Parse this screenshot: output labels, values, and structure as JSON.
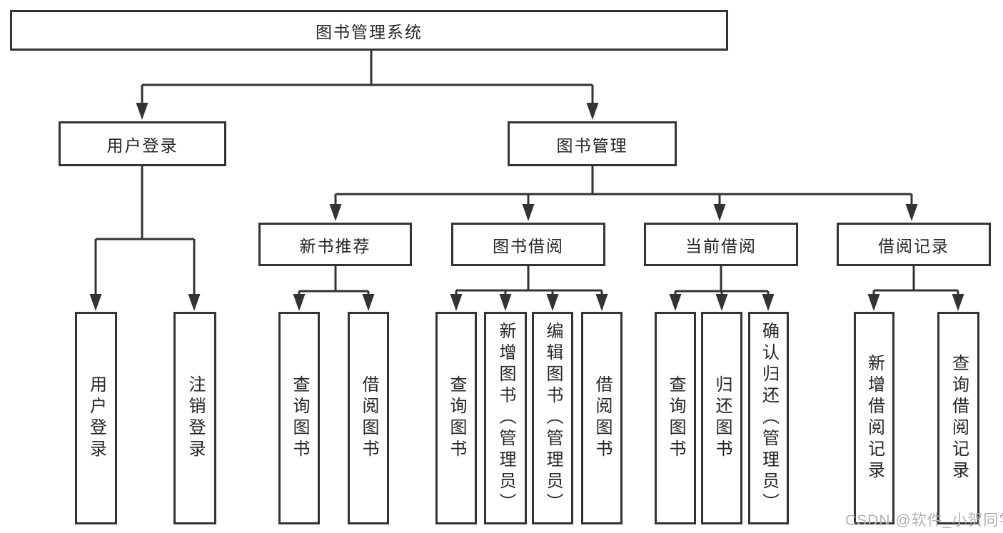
{
  "diagram": {
    "title": "图书管理系统",
    "level2": {
      "user_login": "用户登录",
      "book_mgmt": "图书管理"
    },
    "level3": {
      "new_books": "新书推荐",
      "book_borrow": "图书借阅",
      "current_borrow": "当前借阅",
      "borrow_records": "借阅记录"
    },
    "leaves": [
      "用户登录",
      "注销登录",
      "查询图书",
      "借阅图书",
      "查询图书",
      "新增图书（管理员）",
      "编辑图书（管理员）",
      "借阅图书",
      "查询图书",
      "归还图书",
      "确认归还（管理员）",
      "新增借阅记录",
      "查询借阅记录"
    ],
    "hierarchy": {
      "图书管理系统": {
        "用户登录": [
          "用户登录",
          "注销登录"
        ],
        "图书管理": {
          "新书推荐": [
            "查询图书",
            "借阅图书"
          ],
          "图书借阅": [
            "查询图书",
            "新增图书（管理员）",
            "编辑图书（管理员）",
            "借阅图书"
          ],
          "当前借阅": [
            "查询图书",
            "归还图书",
            "确认归还（管理员）"
          ],
          "借阅记录": [
            "新增借阅记录",
            "查询借阅记录"
          ]
        }
      }
    }
  },
  "watermark": "CSDN @软件_小贺同学",
  "colors": {
    "line": "#333333",
    "text": "#262626",
    "watermark": "#b3b3b3",
    "background": "#ffffff"
  }
}
